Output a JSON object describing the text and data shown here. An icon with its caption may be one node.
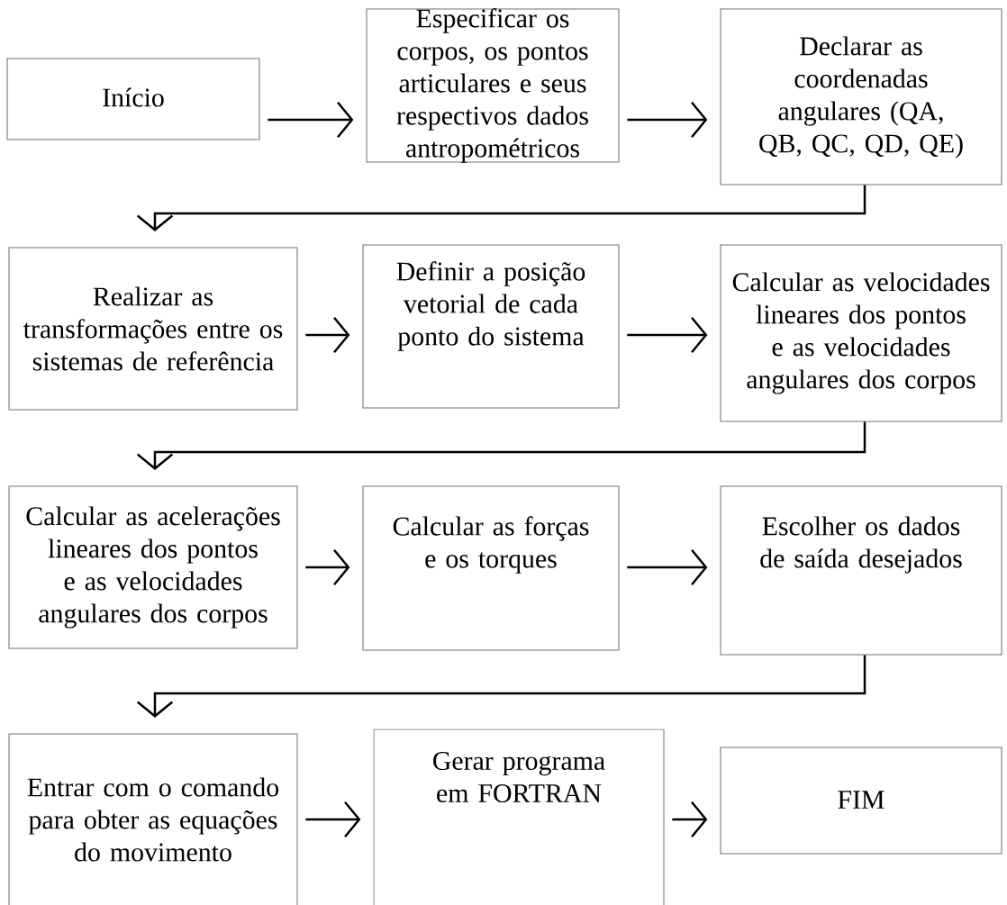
{
  "diagram": {
    "nodes": [
      {
        "text": [
          "Início"
        ]
      },
      {
        "text": [
          "Especificar os corpos, os pontos articulares e seus respectivos dados antropométricos"
        ]
      },
      {
        "text": [
          "Declarar as coordenadas angulares (QA, QB, QC, QD, QE)"
        ]
      },
      {
        "text": [
          "Realizar as transformações entre os sistemas de referência"
        ]
      },
      {
        "text": [
          "Definir a posição vetorial de cada ponto do sistema"
        ]
      },
      {
        "text": [
          "Calcular as velocidades lineares dos pontos e as velocidades angulares dos corpos"
        ]
      },
      {
        "text": [
          "Calcular as acelerações lineares dos pontos e as velocidades angulares dos corpos"
        ]
      },
      {
        "text": [
          "Calcular as forças e os torques"
        ]
      },
      {
        "text": [
          "Escolher os dados de saída desejados"
        ]
      },
      {
        "text": [
          "Entrar com o comando para obter as equações do movimento"
        ]
      },
      {
        "text": [
          "Gerar programa em FORTRAN"
        ]
      },
      {
        "text": [
          "FIM"
        ]
      }
    ],
    "edges": [
      {
        "from": 0,
        "to": 1,
        "arrow": "to"
      },
      {
        "from": 1,
        "to": 2,
        "arrow": "to"
      },
      {
        "from": 2,
        "to": 3,
        "arrow": "to"
      },
      {
        "from": 3,
        "to": 4,
        "arrow": "to"
      },
      {
        "from": 4,
        "to": 5,
        "arrow": "to"
      },
      {
        "from": 5,
        "to": 6,
        "arrow": "to"
      },
      {
        "from": 6,
        "to": 7,
        "arrow": "to"
      },
      {
        "from": 7,
        "to": 8,
        "arrow": "to"
      },
      {
        "from": 8,
        "to": 9,
        "arrow": "to"
      },
      {
        "from": 9,
        "to": 10,
        "arrow": "to"
      },
      {
        "from": 10,
        "to": 11,
        "arrow": "to"
      }
    ]
  }
}
